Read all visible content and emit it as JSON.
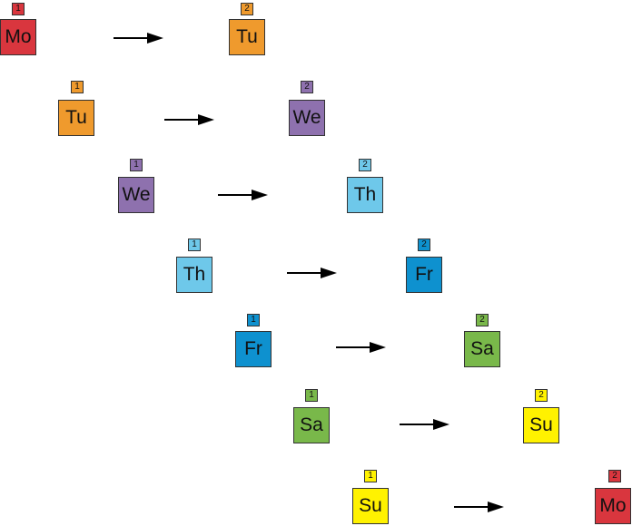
{
  "colors": {
    "Mo": "#d9363e",
    "Tu": "#ef9a2d",
    "We": "#8e71ae",
    "Th": "#6ec8ea",
    "Fr": "#0e91cf",
    "Sa": "#79b84a",
    "Su": "#fff200"
  },
  "rows": [
    {
      "from": {
        "label": "Mo",
        "num": "1"
      },
      "to": {
        "label": "Tu",
        "num": "2"
      }
    },
    {
      "from": {
        "label": "Tu",
        "num": "1"
      },
      "to": {
        "label": "We",
        "num": "2"
      }
    },
    {
      "from": {
        "label": "We",
        "num": "1"
      },
      "to": {
        "label": "Th",
        "num": "2"
      }
    },
    {
      "from": {
        "label": "Th",
        "num": "1"
      },
      "to": {
        "label": "Fr",
        "num": "2"
      }
    },
    {
      "from": {
        "label": "Fr",
        "num": "1"
      },
      "to": {
        "label": "Sa",
        "num": "2"
      }
    },
    {
      "from": {
        "label": "Sa",
        "num": "1"
      },
      "to": {
        "label": "Su",
        "num": "2"
      }
    },
    {
      "from": {
        "label": "Su",
        "num": "1"
      },
      "to": {
        "label": "Mo",
        "num": "2"
      }
    }
  ]
}
